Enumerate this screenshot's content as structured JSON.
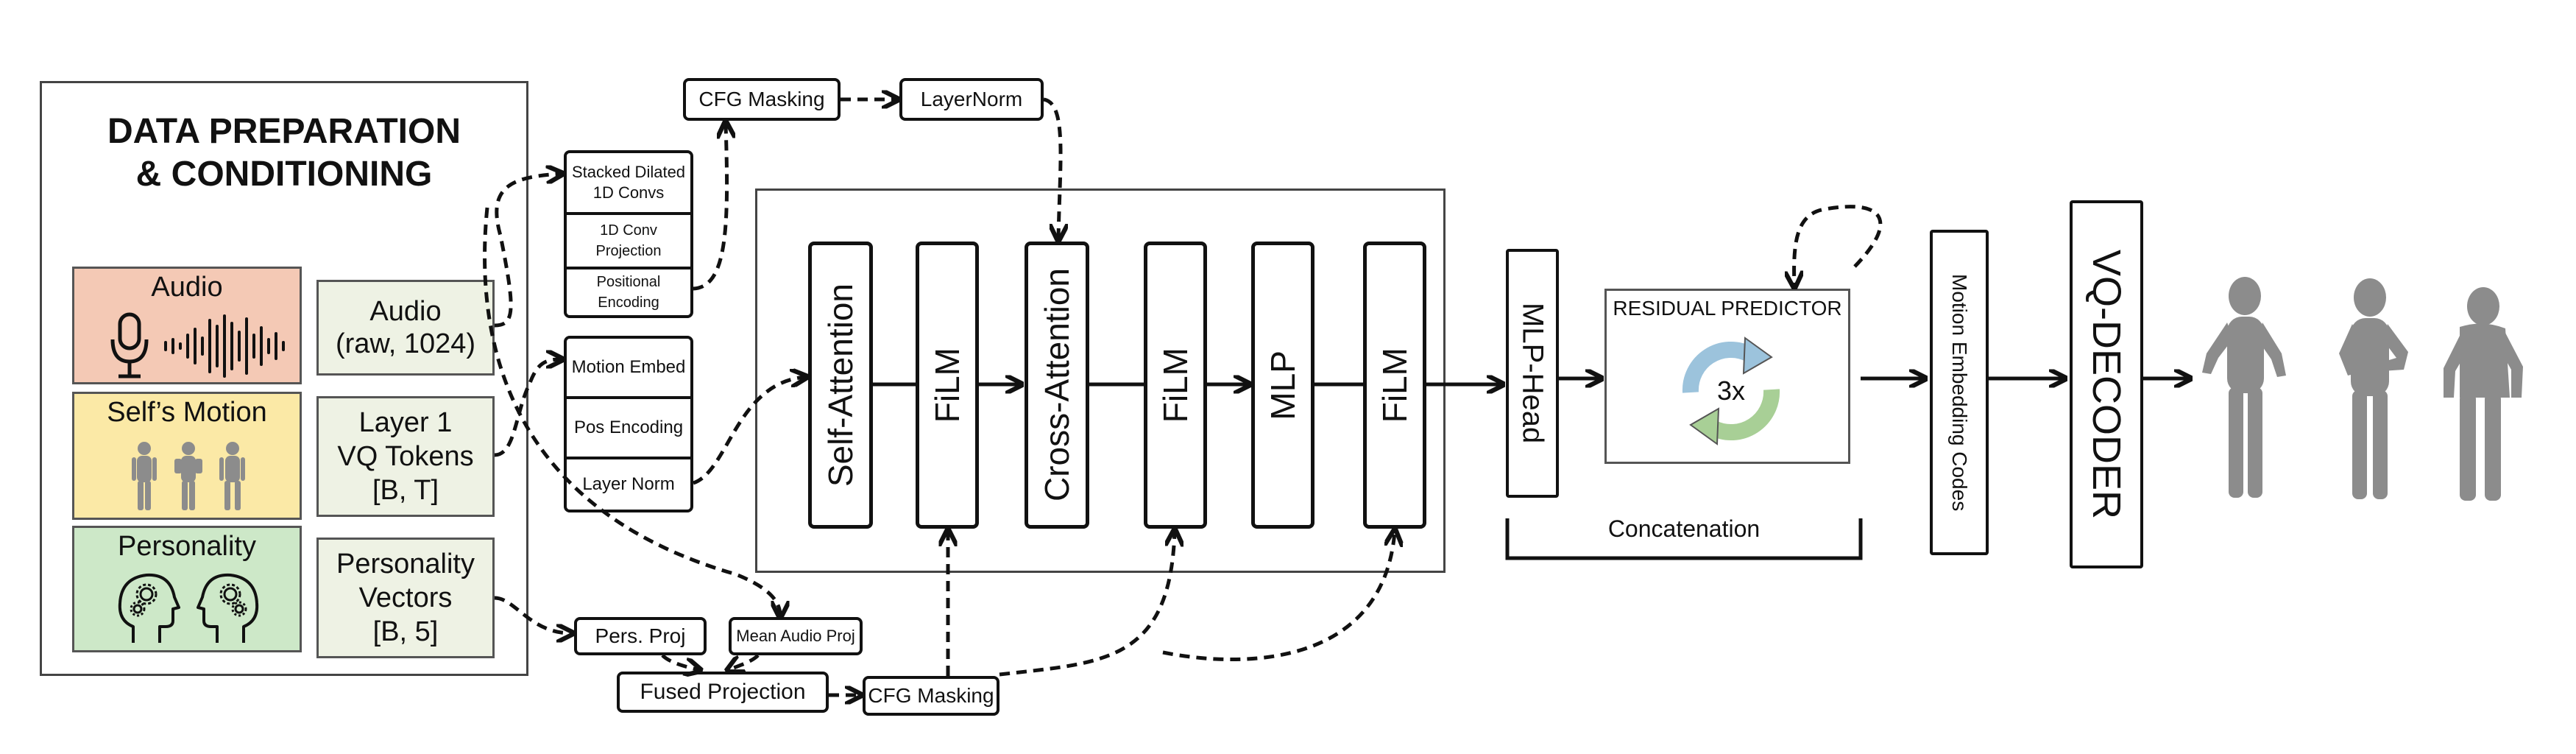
{
  "data_prep": {
    "title_line1": "DATA PREPARATION",
    "title_line2": "& CONDITIONING",
    "audio_label": "Audio",
    "self_motion_label": "Self’s Motion",
    "personality_label": "Personality",
    "audio_input_line1": "Audio",
    "audio_input_line2": "(raw, 1024)",
    "vq_line1": "Layer 1",
    "vq_line2": "VQ Tokens",
    "vq_line3": "[B, T]",
    "pers_vec_line1": "Personality",
    "pers_vec_line2": "Vectors",
    "pers_vec_line3": "[B, 5]"
  },
  "audio_encoder": {
    "items": [
      "Stacked Dilated 1D Convs",
      "1D Conv Projection",
      "Positional Encoding"
    ]
  },
  "motion_encoder": {
    "items": [
      "Motion Embed",
      "Pos Encoding",
      "Layer Norm"
    ]
  },
  "top_path": {
    "cfg": "CFG Masking",
    "layernorm": "LayerNorm"
  },
  "bottom_path": {
    "pers_proj": "Pers. Proj",
    "mean_audio_proj": "Mean Audio Proj",
    "fused": "Fused Projection",
    "cfg": "CFG Masking"
  },
  "transformer": {
    "blocks": [
      "Self-Attention",
      "FiLM",
      "Cross-Attention",
      "FiLM",
      "MLP",
      "FiLM"
    ]
  },
  "mlp_head": "MLP-Head",
  "residual": {
    "title": "RESIDUAL PREDICTOR",
    "count": "3x"
  },
  "concat_label": "Concatenation",
  "motion_codes": "Motion Embedding Codes",
  "decoder": "VQ-DECODER",
  "colors": {
    "audio": "#f4c9b5",
    "motion": "#fbe9a6",
    "personality": "#cde8c8",
    "input_box": "#eef2e4",
    "cycle_blue": "#9cc3dc",
    "cycle_green": "#a8cf96",
    "figure": "#8c8c8c"
  },
  "icons": [
    "microphone-icon",
    "waveform-icon",
    "human-figures-icon",
    "head-gears-icon",
    "cycle-arrows-icon",
    "human-pose-icon"
  ]
}
